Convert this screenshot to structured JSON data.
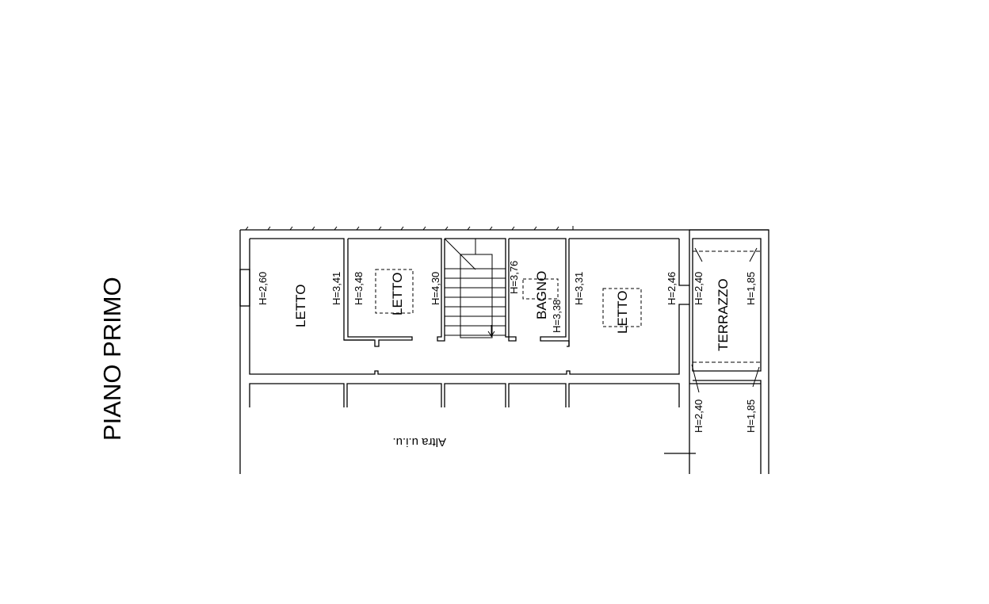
{
  "title": "PIANO PRIMO",
  "rooms": [
    {
      "name": "LETTO",
      "heights": [
        "H=2,60",
        "H=3,41"
      ]
    },
    {
      "name": "LETTO",
      "heights": [
        "H=3,48",
        "H=4,30"
      ]
    },
    {
      "name": "BAGNO",
      "heights": [
        "H=3,76",
        "H=3,38"
      ]
    },
    {
      "name": "LETTO",
      "heights": [
        "H=3,31",
        "H=2,46"
      ]
    },
    {
      "name": "TERRAZZO",
      "heights": [
        "H=2,40",
        "H=1,85"
      ]
    }
  ],
  "lower_heights": [
    "H=2,40",
    "H=1,85"
  ],
  "other_unit_label": "Altra u.i.u.",
  "colors": {
    "line": "#000000",
    "background": "#ffffff"
  }
}
